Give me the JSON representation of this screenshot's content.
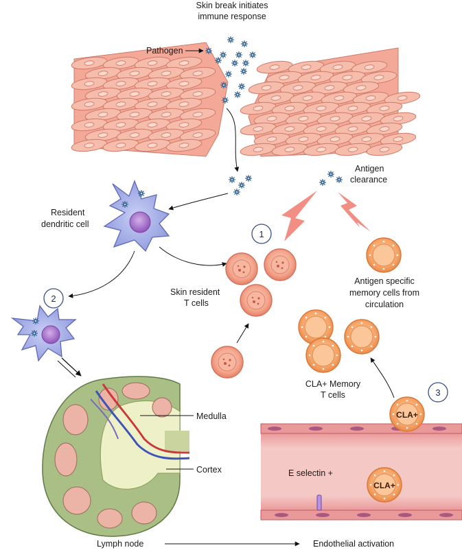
{
  "labels": {
    "title_line1": "Skin break initiates",
    "title_line2": "immune response",
    "pathogen": "Pathogen",
    "antigen_line1": "Antigen",
    "antigen_line2": "clearance",
    "dendritic_line1": "Resident",
    "dendritic_line2": "dendritic cell",
    "skin_resident_line1": "Skin resident",
    "skin_resident_line2": "T cells",
    "memory_line1": "Antigen specific",
    "memory_line2": "memory cells from",
    "memory_line3": "circulation",
    "cla_memory_line1": "CLA+ Memory",
    "cla_memory_line2": "T cells",
    "medulla": "Medulla",
    "cortex": "Cortex",
    "e_selectin": "E selectin +",
    "cla_cell": "CLA+",
    "lymph_node": "Lymph node",
    "endothelial": "Endothelial activation"
  },
  "step_numbers": [
    "1",
    "2",
    "3"
  ],
  "colors": {
    "skin_cell": "#f4b4a4",
    "skin_outline": "#c8705e",
    "dendritic": "#9aa6e6",
    "nucleus": "#a874cc",
    "t_cell": "#f39a80",
    "memory_cell": "#f3a060",
    "vessel": "#e88a88",
    "lymph_node": "#a9bf86",
    "pathogen": "#4a7aa8",
    "lightning": "#f07b6f"
  }
}
